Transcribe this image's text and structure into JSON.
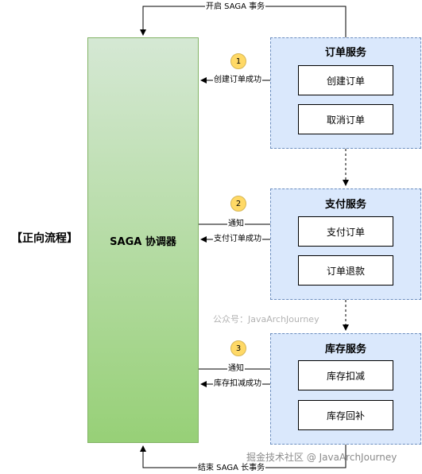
{
  "left_label": "【正向流程】",
  "coordinator": {
    "title": "SAGA 协调器"
  },
  "top_edge_label": "开启 SAGA 事务",
  "bottom_edge_label": "结束 SAGA 长事务",
  "services": [
    {
      "title": "订单服务",
      "badge": "1",
      "ops": [
        "创建订单",
        "取消订单"
      ],
      "return_label": "创建订单成功"
    },
    {
      "title": "支付服务",
      "badge": "2",
      "ops": [
        "支付订单",
        "订单退款"
      ],
      "notify_label": "通知",
      "return_label": "支付订单成功"
    },
    {
      "title": "库存服务",
      "badge": "3",
      "ops": [
        "库存扣减",
        "库存回补"
      ],
      "notify_label": "通知",
      "return_label": "库存扣减成功"
    }
  ],
  "watermark_top": "公众号：JavaArchJourney",
  "watermark_bottom": "掘金技术社区 @ JavaArchJourney"
}
